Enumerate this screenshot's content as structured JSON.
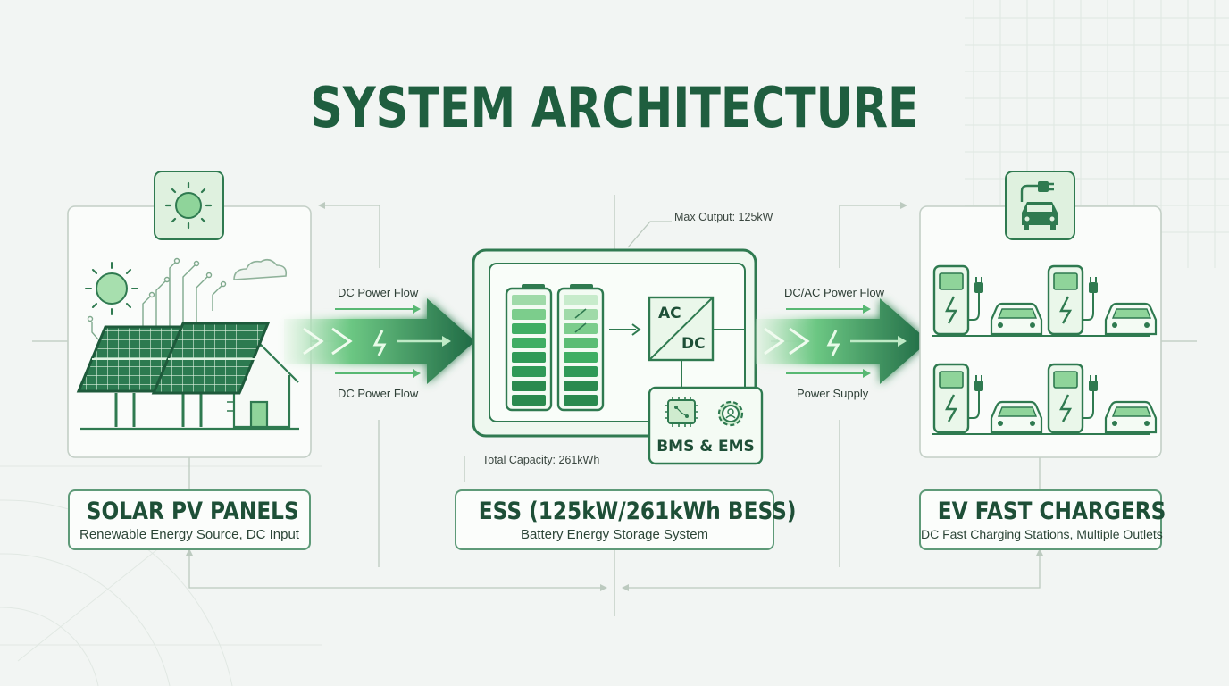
{
  "title": "SYSTEM ARCHITECTURE",
  "colors": {
    "primary": "#1f5e3f",
    "accent": "#3fae63",
    "light": "#cfeccf",
    "line": "#b9c7be"
  },
  "nodes": {
    "solar": {
      "title": "SOLAR PV PANELS",
      "subtitle": "Renewable Energy Source, DC Input",
      "icon": "sun-icon"
    },
    "ess": {
      "title": "ESS (125kW/261kWh BESS)",
      "subtitle": "Battery Energy Storage System",
      "converter_top": "AC",
      "converter_bottom": "DC",
      "controller_label": "BMS & EMS",
      "annotation_output": "Max Output: 125kW",
      "annotation_capacity": "Total Capacity: 261kWh"
    },
    "ev": {
      "title": "EV FAST CHARGERS",
      "subtitle": "DC Fast Charging Stations, Multiple Outlets",
      "icon": "ev-plug-car-icon"
    }
  },
  "flows": {
    "solar_to_ess_top": "DC Power Flow",
    "solar_to_ess_bottom": "DC Power Flow",
    "ess_to_ev_top": "DC/AC Power Flow",
    "ess_to_ev_bottom": "Power Supply"
  }
}
